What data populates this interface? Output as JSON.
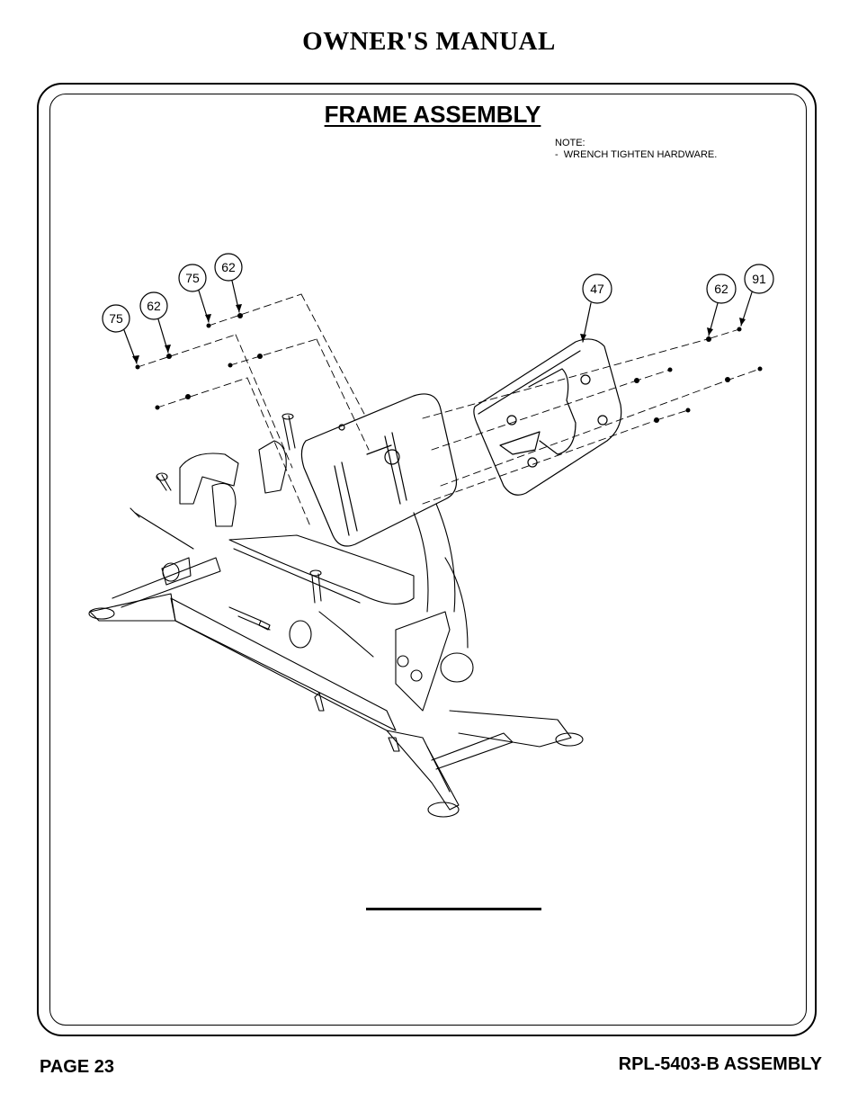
{
  "header": {
    "title": "OWNER'S MANUAL"
  },
  "section": {
    "title": "FRAME ASSEMBLY"
  },
  "note": {
    "text": "NOTE:\n-  WRENCH TIGHTEN HARDWARE."
  },
  "callouts": {
    "c1": "75",
    "c2": "62",
    "c3": "75",
    "c4": "62",
    "c5": "47",
    "c6": "62",
    "c7": "91"
  },
  "footer": {
    "page": "PAGE 23",
    "doc": "RPL-5403-B ASSEMBLY"
  }
}
